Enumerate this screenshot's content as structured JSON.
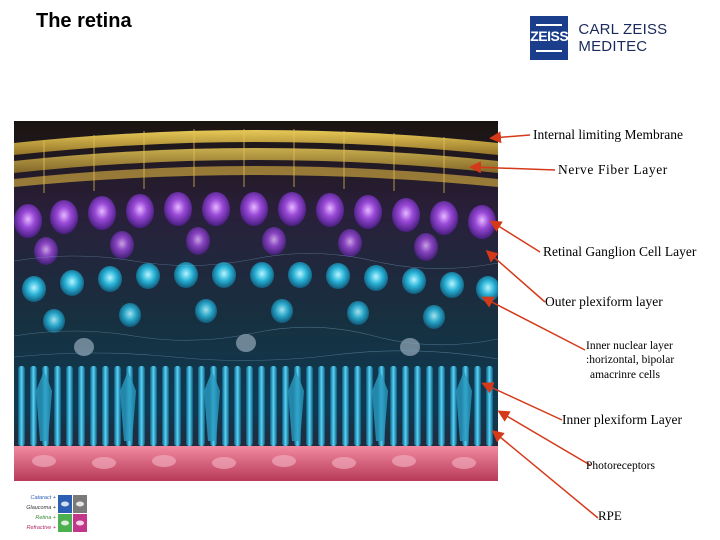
{
  "header": {
    "title": "The retina",
    "logo_mark": "ZEISS",
    "logo_text": "CARL ZEISS MEDITEC"
  },
  "diagram": {
    "labels": [
      "Internal limiting Membrane",
      "Nerve Fiber Layer",
      "Retinal Ganglion Cell Layer",
      "Outer plexiform layer",
      "Inner nuclear layer",
      ":horizontal, bipolar",
      "amacrinre cells",
      "Inner plexiform Layer",
      "Photoreceptors",
      "RPE"
    ]
  },
  "badge": {
    "items": [
      {
        "text": "Cataract +",
        "color": "#2b5fb3"
      },
      {
        "text": "Glaucoma +",
        "color": "#3a3a3a"
      },
      {
        "text": "Retina +",
        "color": "#3a8a3a"
      },
      {
        "text": "Refractive +",
        "color": "#b52a6a"
      }
    ],
    "icon_colors": [
      "#2b5fb3",
      "#7a7a7a",
      "#4caf50",
      "#c2378a"
    ]
  }
}
